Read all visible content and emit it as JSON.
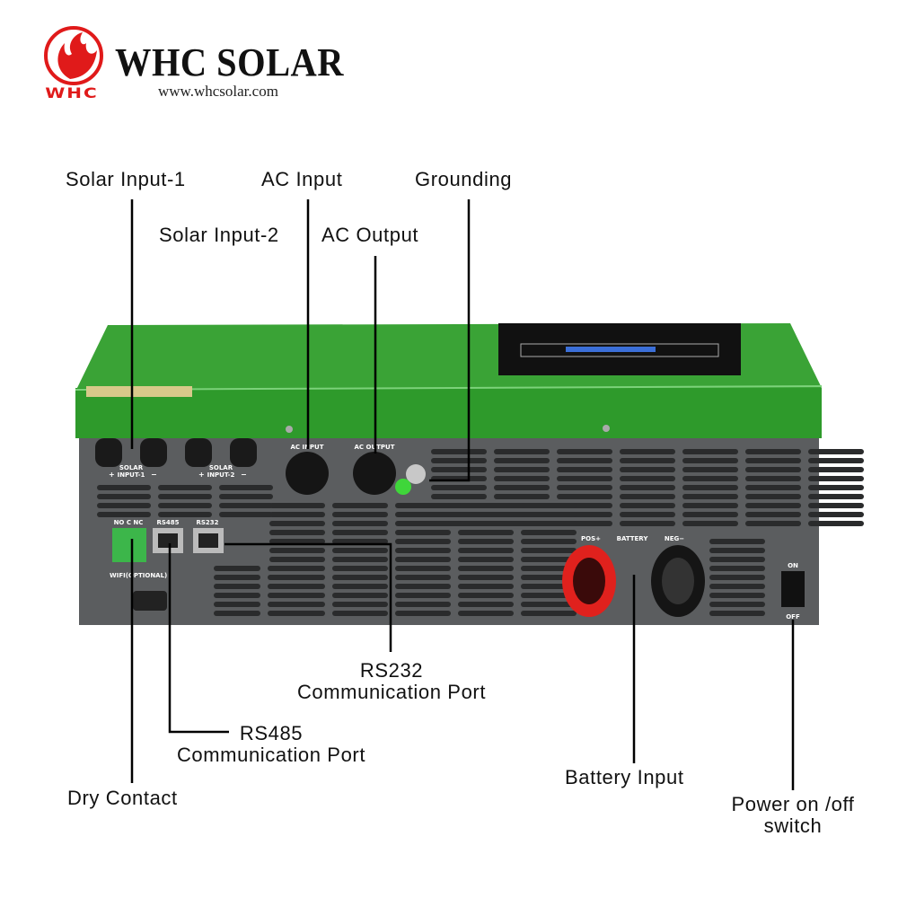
{
  "brand": {
    "name": "WHC SOLAR",
    "website": "www.whcsolar.com",
    "logo_text": "WHC",
    "accent": "#e01a1a"
  },
  "callouts": {
    "solar_input_1": "Solar Input-1",
    "ac_input": "AC Input",
    "grounding": "Grounding",
    "solar_input_2": "Solar Input-2",
    "ac_output": "AC Output",
    "rs232": [
      "RS232",
      "Communication Port"
    ],
    "rs485": [
      "RS485",
      "Communication Port"
    ],
    "dry_contact": "Dry Contact",
    "battery_input": "Battery Input",
    "power_switch": [
      "Power on /off",
      "switch"
    ]
  },
  "panel_labels": {
    "solar_1": [
      "SOLAR",
      "INPUT-1"
    ],
    "solar_2": [
      "SOLAR",
      "INPUT-2"
    ],
    "plus": "+",
    "minus": "−",
    "ac_input": "AC INPUT",
    "ac_output": "AC OUTPUT",
    "dry": "NO C NC",
    "rs485": "RS485",
    "rs232": "RS232",
    "wifi": "WIFI(OPTIONAL)",
    "pos": "POS+",
    "battery": "BATTERY",
    "neg": "NEG−",
    "on": "ON",
    "off": "OFF"
  },
  "colors": {
    "case_green": "#2f9a2c",
    "panel_gray": "#5b5d5f",
    "pos_red": "#e0211d"
  }
}
